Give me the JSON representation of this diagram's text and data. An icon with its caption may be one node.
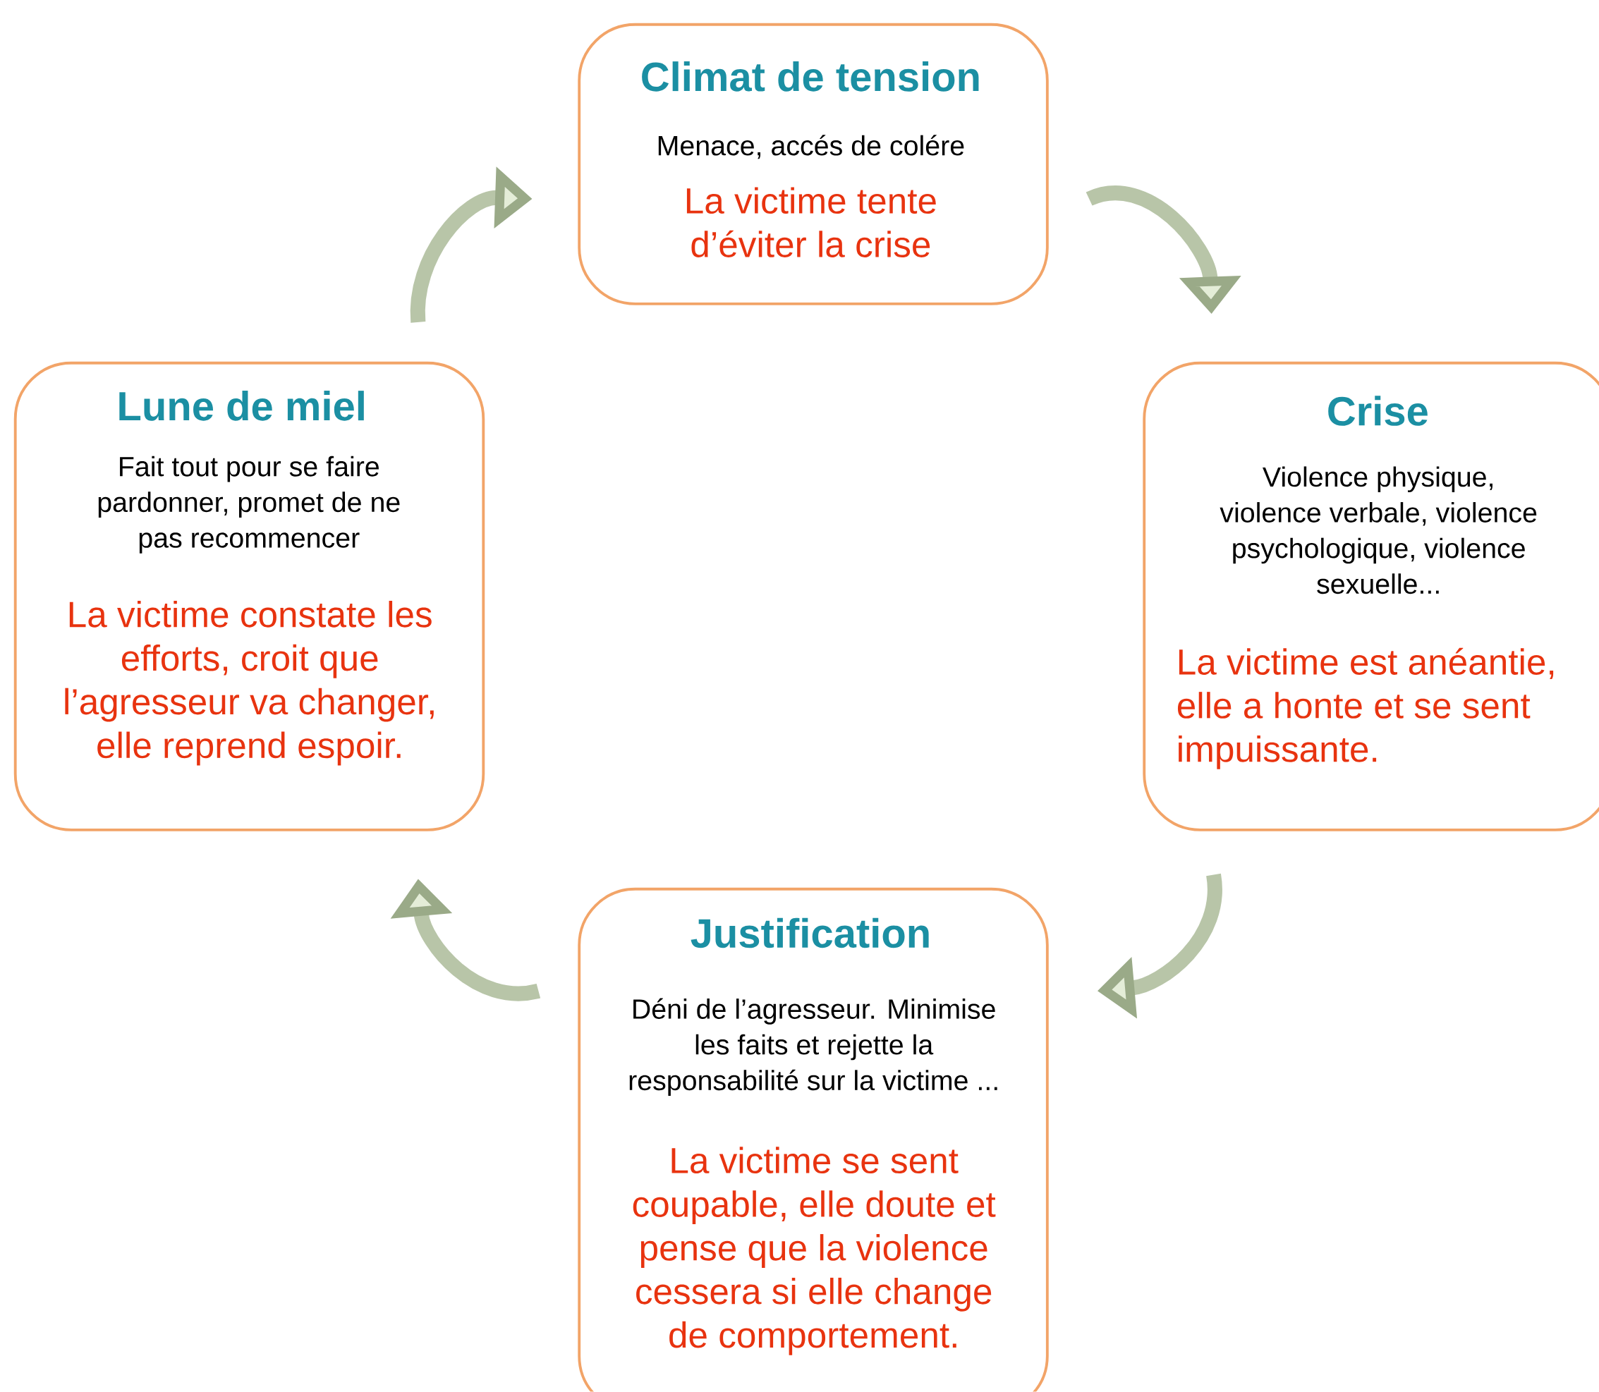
{
  "diagram": {
    "nodes": [
      {
        "text": [
          "Climat de tension",
          "Menace, accés de colére",
          "La victime tente d’éviter la crise"
        ]
      },
      {
        "text": [
          "Lune de miel",
          "Fait tout pour se faire pardonner, promet de ne pas recommencer",
          "La victime constate les efforts, croit que l’agresseur va changer, elle reprend espoir."
        ]
      },
      {
        "text": [
          "Crise",
          "Violence physique, violence verbale, violence psychologique, violence sexuelle...",
          "La victime est anéantie, elle a honte et se sent impuissante."
        ]
      },
      {
        "text": [
          "Justification",
          "Déni de l’agresseur. Minimise les faits et rejette la responsabilité sur la victime ...",
          "La victime se sent coupable, elle doute et pense que la violence cessera si elle change de comportement."
        ]
      }
    ],
    "edges": [
      {
        "from": 0,
        "to": 2,
        "arrow": "to"
      },
      {
        "from": 2,
        "to": 3,
        "arrow": "to"
      },
      {
        "from": 3,
        "to": 1,
        "arrow": "to"
      },
      {
        "from": 1,
        "to": 0,
        "arrow": "to"
      }
    ]
  }
}
